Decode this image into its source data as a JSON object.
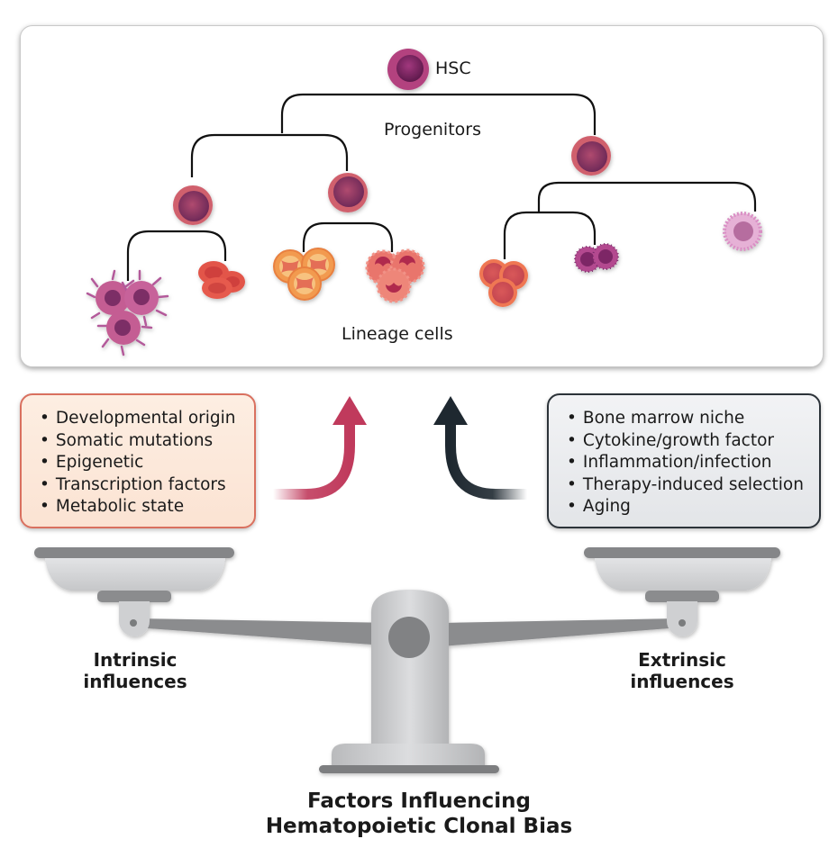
{
  "diagram": {
    "title_lines": [
      "Factors Influencing",
      "Hematopoietic Clonal Bias"
    ],
    "tree": {
      "root_label": "HSC",
      "progenitors_label": "Progenitors",
      "lineage_label": "Lineage cells",
      "nodes": [
        {
          "id": "hsc",
          "type": "stem-cell"
        },
        {
          "id": "progenitor-left-1",
          "type": "progenitor"
        },
        {
          "id": "progenitor-left-2",
          "type": "progenitor"
        },
        {
          "id": "progenitor-right",
          "type": "progenitor"
        },
        {
          "id": "megakaryocytes",
          "type": "lineage-cell"
        },
        {
          "id": "red-blood-cells",
          "type": "lineage-cell"
        },
        {
          "id": "eosinophils",
          "type": "lineage-cell"
        },
        {
          "id": "neutrophils",
          "type": "lineage-cell"
        },
        {
          "id": "lymphoid-cells-orange",
          "type": "lineage-cell"
        },
        {
          "id": "lymphoid-cells-purple",
          "type": "lineage-cell"
        },
        {
          "id": "dendritic-cell",
          "type": "lineage-cell"
        }
      ]
    },
    "intrinsic": {
      "label_lines": [
        "Intrinsic",
        "influences"
      ],
      "items": [
        "Developmental origin",
        "Somatic mutations",
        "Epigenetic",
        "Transcription factors",
        "Metabolic state"
      ],
      "arrow_color": "#c03a5c",
      "border_color": "#d9705f"
    },
    "extrinsic": {
      "label_lines": [
        "Extrinsic",
        "influences"
      ],
      "items": [
        "Bone marrow niche",
        "Cytokine/growth factor",
        "Inflammation/infection",
        "Therapy-induced selection",
        "Aging"
      ],
      "arrow_color": "#1e2830",
      "border_color": "#2c3339"
    }
  }
}
